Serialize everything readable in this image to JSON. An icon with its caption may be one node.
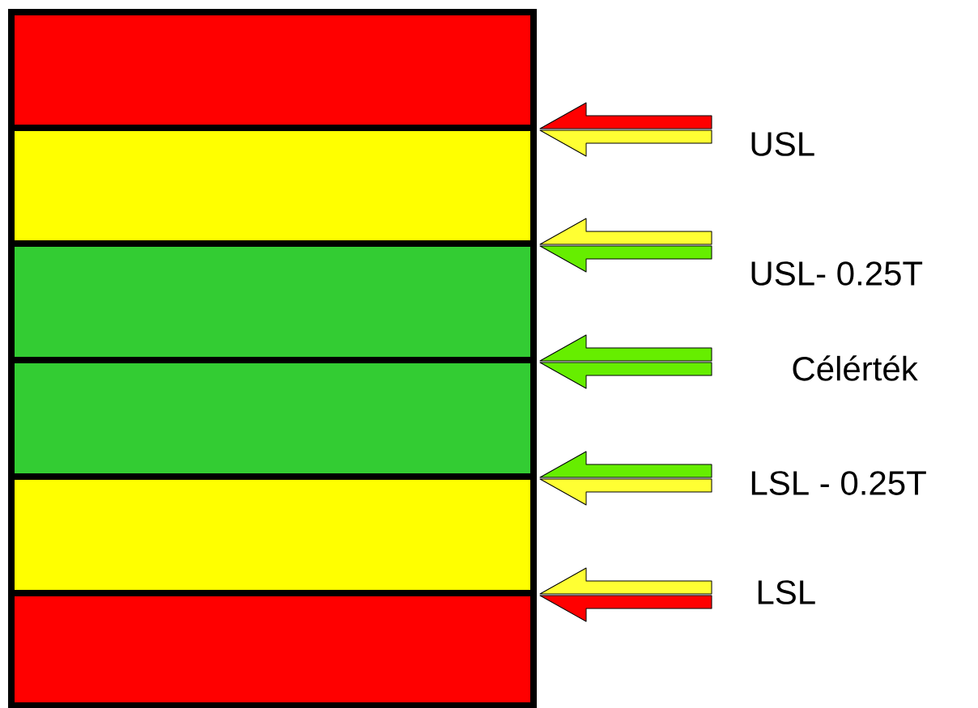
{
  "diagram": {
    "nodes": [
      {
        "text": [],
        "shape": "bar"
      },
      {
        "text": [],
        "shape": "bar"
      },
      {
        "text": [],
        "shape": "bar"
      },
      {
        "text": [],
        "shape": "bar"
      },
      {
        "text": [],
        "shape": "bar"
      },
      {
        "text": [],
        "shape": "bar"
      }
    ],
    "edges": [
      {
        "from": null,
        "to": 0,
        "arrow": "to",
        "color": "#ff0000"
      },
      {
        "from": null,
        "to": 1,
        "arrow": "to",
        "color": "#ffff33"
      },
      {
        "from": null,
        "to": 1,
        "arrow": "to",
        "color": "#ffff33"
      },
      {
        "from": null,
        "to": 2,
        "arrow": "to",
        "color": "#66ee00"
      },
      {
        "from": null,
        "to": 2,
        "arrow": "to",
        "color": "#66ee00"
      },
      {
        "from": null,
        "to": 3,
        "arrow": "to",
        "color": "#66ee00"
      },
      {
        "from": null,
        "to": 3,
        "arrow": "to",
        "color": "#66ee00"
      },
      {
        "from": null,
        "to": 4,
        "arrow": "to",
        "color": "#ffff33"
      },
      {
        "from": null,
        "to": 4,
        "arrow": "to",
        "color": "#ffff33"
      },
      {
        "from": null,
        "to": 5,
        "arrow": "to",
        "color": "#ff0000"
      }
    ],
    "labels": [
      "USL",
      "USL- 0.25T",
      "Célérték",
      "LSL - 0.25T",
      "LSL"
    ]
  }
}
